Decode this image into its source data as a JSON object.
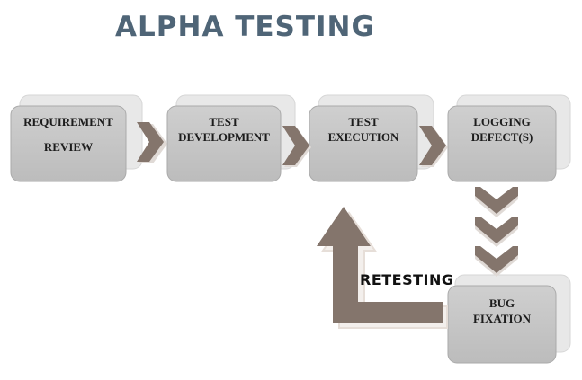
{
  "title": "ALPHA TESTING",
  "steps": [
    {
      "line1": "REQUIREMENT",
      "line2": "REVIEW"
    },
    {
      "line1": "TEST",
      "line2": "DEVELOPMENT"
    },
    {
      "line1": "TEST",
      "line2": "EXECUTION"
    },
    {
      "line1": "LOGGING",
      "line2": "DEFECT(S)"
    },
    {
      "line1": "BUG",
      "line2": "FIXATION"
    }
  ],
  "loop_label": "RETESTING",
  "colors": {
    "title": "#4f6577",
    "box_face": "#c4c4c4",
    "box_shadow": "#e7e7e7",
    "arrow": "#84756c",
    "text": "#1c1c1c"
  }
}
